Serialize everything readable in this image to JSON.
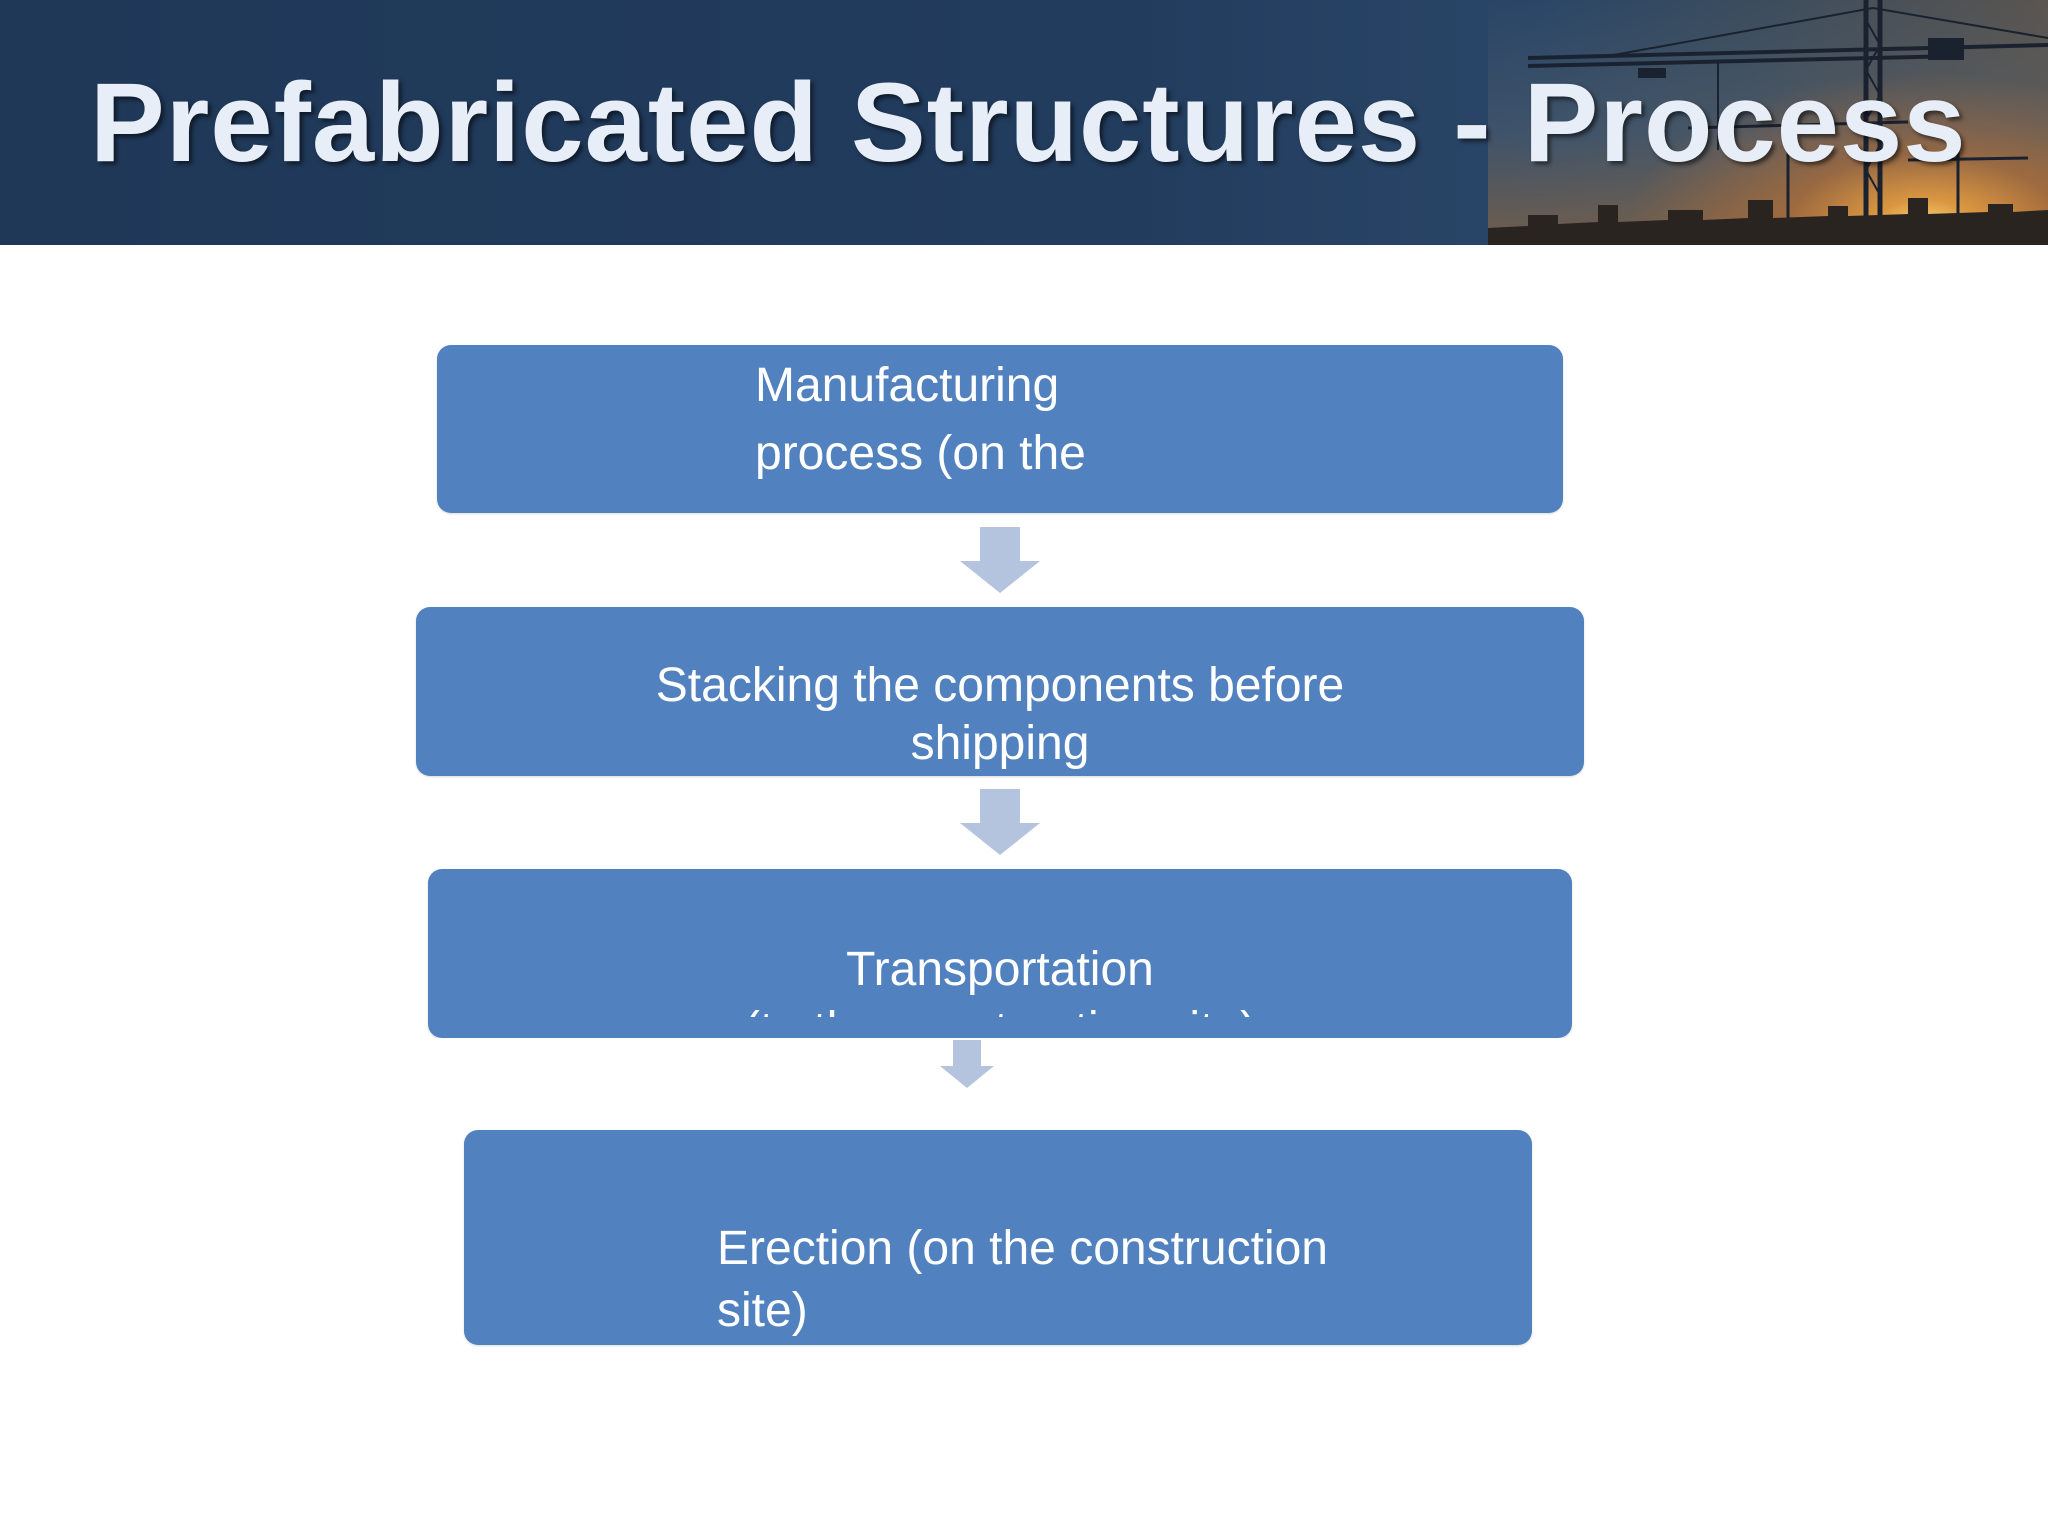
{
  "slide": {
    "title": "Prefabricated Structures - Process"
  },
  "flow": {
    "steps": [
      {
        "line1": "Manufacturing",
        "line2": "process  (on the"
      },
      {
        "line1": "Stacking the components before",
        "line2": "shipping"
      },
      {
        "line1": "Transportation",
        "line2": "(to the construction site)"
      },
      {
        "line1": "Erection (on the construction",
        "line2": "site)"
      }
    ]
  },
  "colors": {
    "header": "#1f3858",
    "box": "#5182bf",
    "arrow": "#b4c4df",
    "title_text": "#e8eef7"
  }
}
